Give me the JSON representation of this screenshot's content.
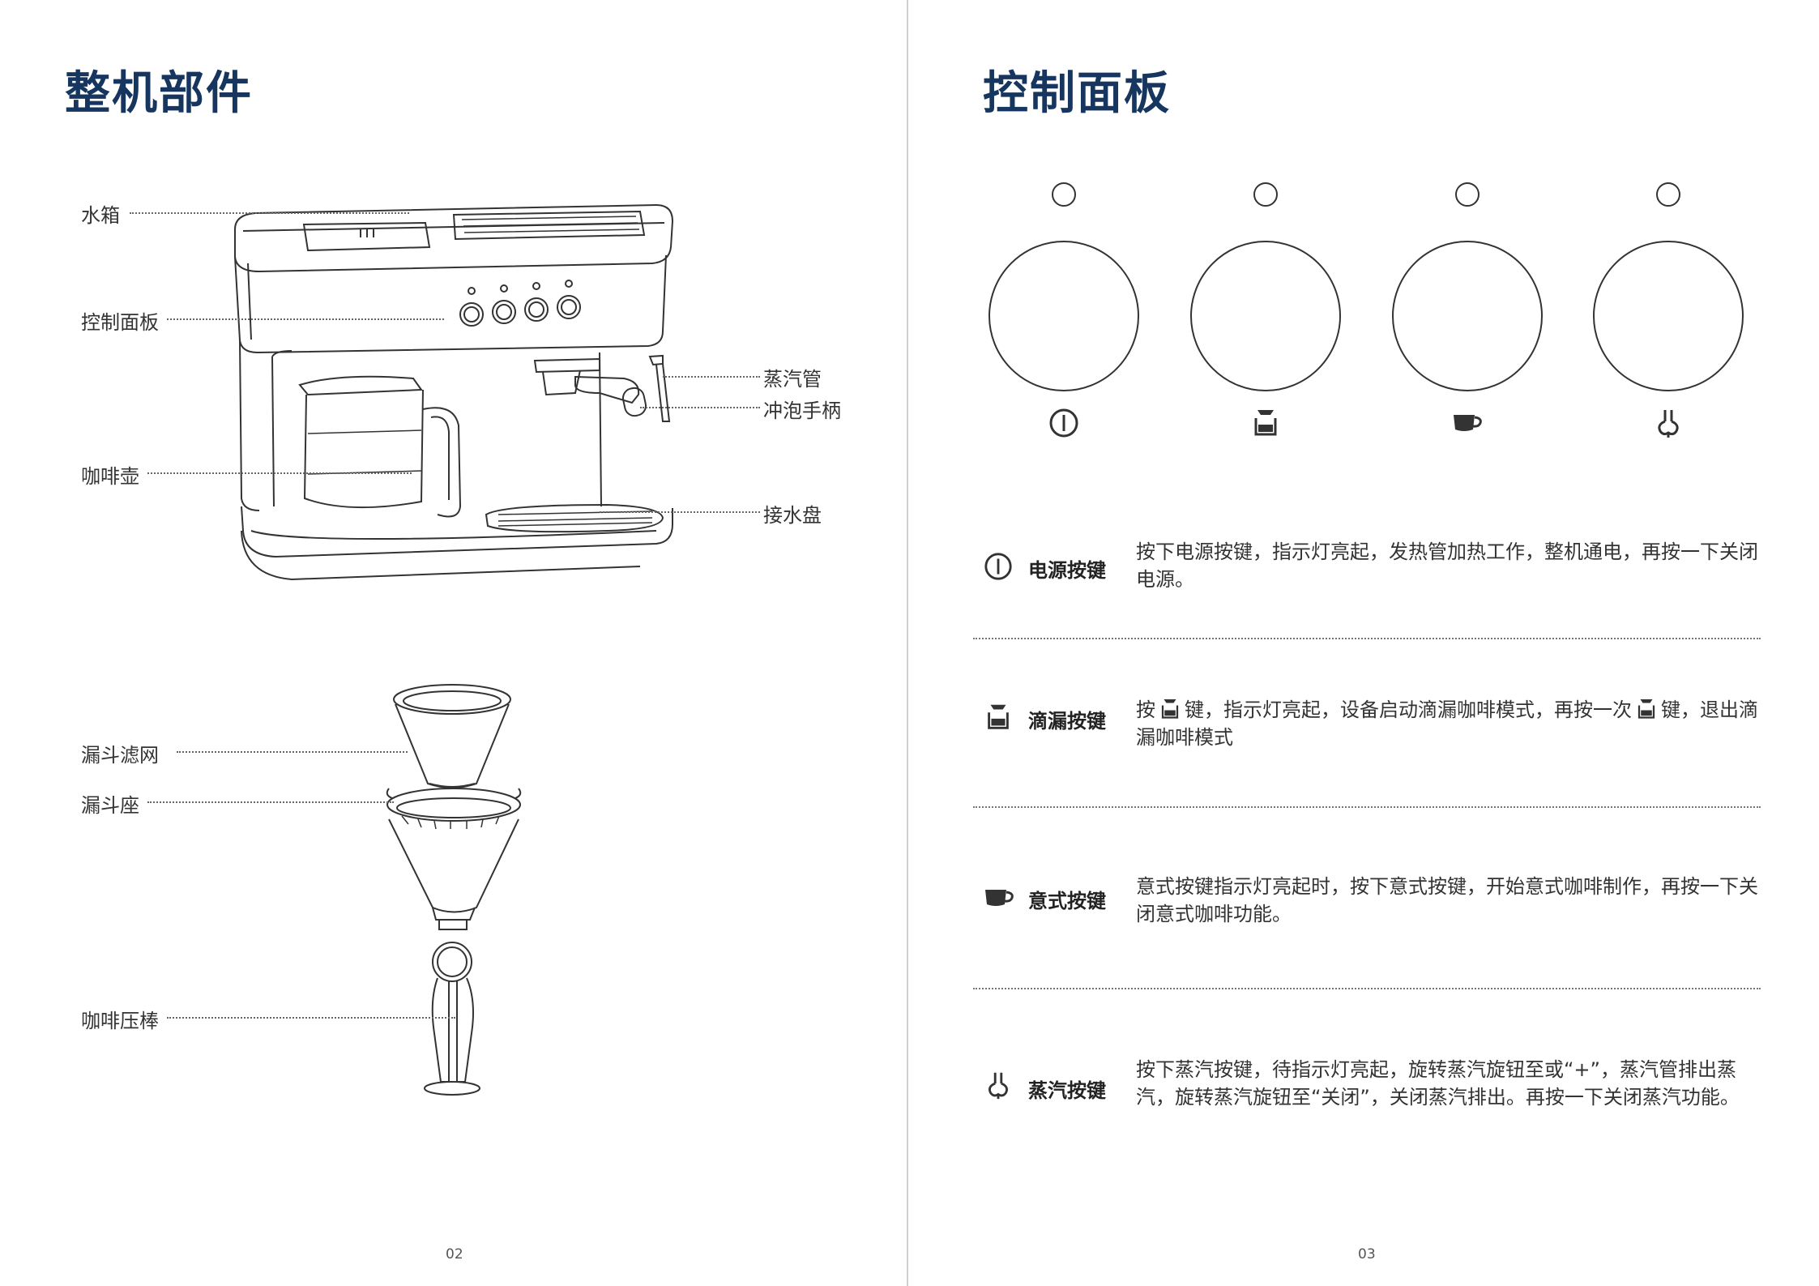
{
  "left_page": {
    "title": "整机部件",
    "labels": {
      "water_tank": "水箱",
      "control_panel": "控制面板",
      "steam_pipe": "蒸汽管",
      "brew_handle": "冲泡手柄",
      "coffee_pot": "咖啡壶",
      "drip_tray": "接水盘",
      "funnel_filter": "漏斗滤网",
      "funnel_base": "漏斗座",
      "coffee_tamper": "咖啡压棒"
    },
    "page_number": "02"
  },
  "right_page": {
    "title": "控制面板",
    "panel_icons": [
      "power-icon",
      "drip-icon",
      "espresso-cup-icon",
      "steam-icon"
    ],
    "buttons": [
      {
        "icon": "power-icon",
        "title": "电源按键",
        "desc": "按下电源按键，指示灯亮起，发热管加热工作，整机通电，再按一下关闭电源。"
      },
      {
        "icon": "drip-icon",
        "title": "滴漏按键",
        "desc_parts": [
          "按",
          "键，指示灯亮起，设备启动滴漏咖啡模式，再按一次",
          "键，退出滴漏咖啡模式"
        ]
      },
      {
        "icon": "espresso-cup-icon",
        "title": "意式按键",
        "desc": "意式按键指示灯亮起时，按下意式按键，开始意式咖啡制作，再按一下关闭意式咖啡功能。"
      },
      {
        "icon": "steam-icon",
        "title": "蒸汽按键",
        "desc": "按下蒸汽按键，待指示灯亮起，旋转蒸汽旋钮至或“+”，蒸汽管排出蒸汽，旋转蒸汽旋钮至“关闭”，关闭蒸汽排出。再按一下关闭蒸汽功能。"
      }
    ],
    "page_number": "03"
  },
  "colors": {
    "title": "#16365f",
    "line_art": "#333333"
  }
}
